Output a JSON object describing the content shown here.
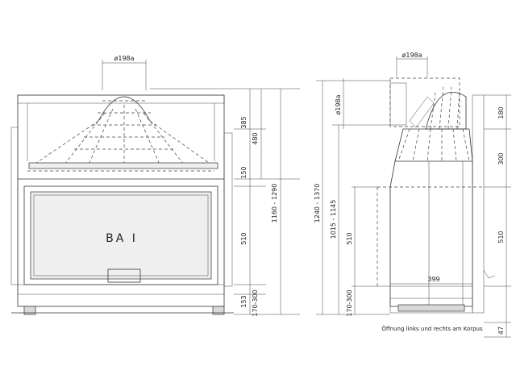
{
  "front_view": {
    "flue_diameter": "ø198a",
    "brand_label": "BA I",
    "dims_right": [
      "385",
      "480",
      "150",
      "510",
      "153",
      "170-300",
      "1160 - 1290"
    ]
  },
  "side_view": {
    "flue_diameter_top": "ø198a",
    "flue_diameter_side": "ø198a",
    "dims_left": [
      "1240 - 1370",
      "1015 - 1145",
      "510",
      "170-300"
    ],
    "dims_right": [
      "180",
      "300",
      "510",
      "47"
    ],
    "depth_label": "399",
    "footnote": "Öffnung links und rechts am Korpus"
  }
}
